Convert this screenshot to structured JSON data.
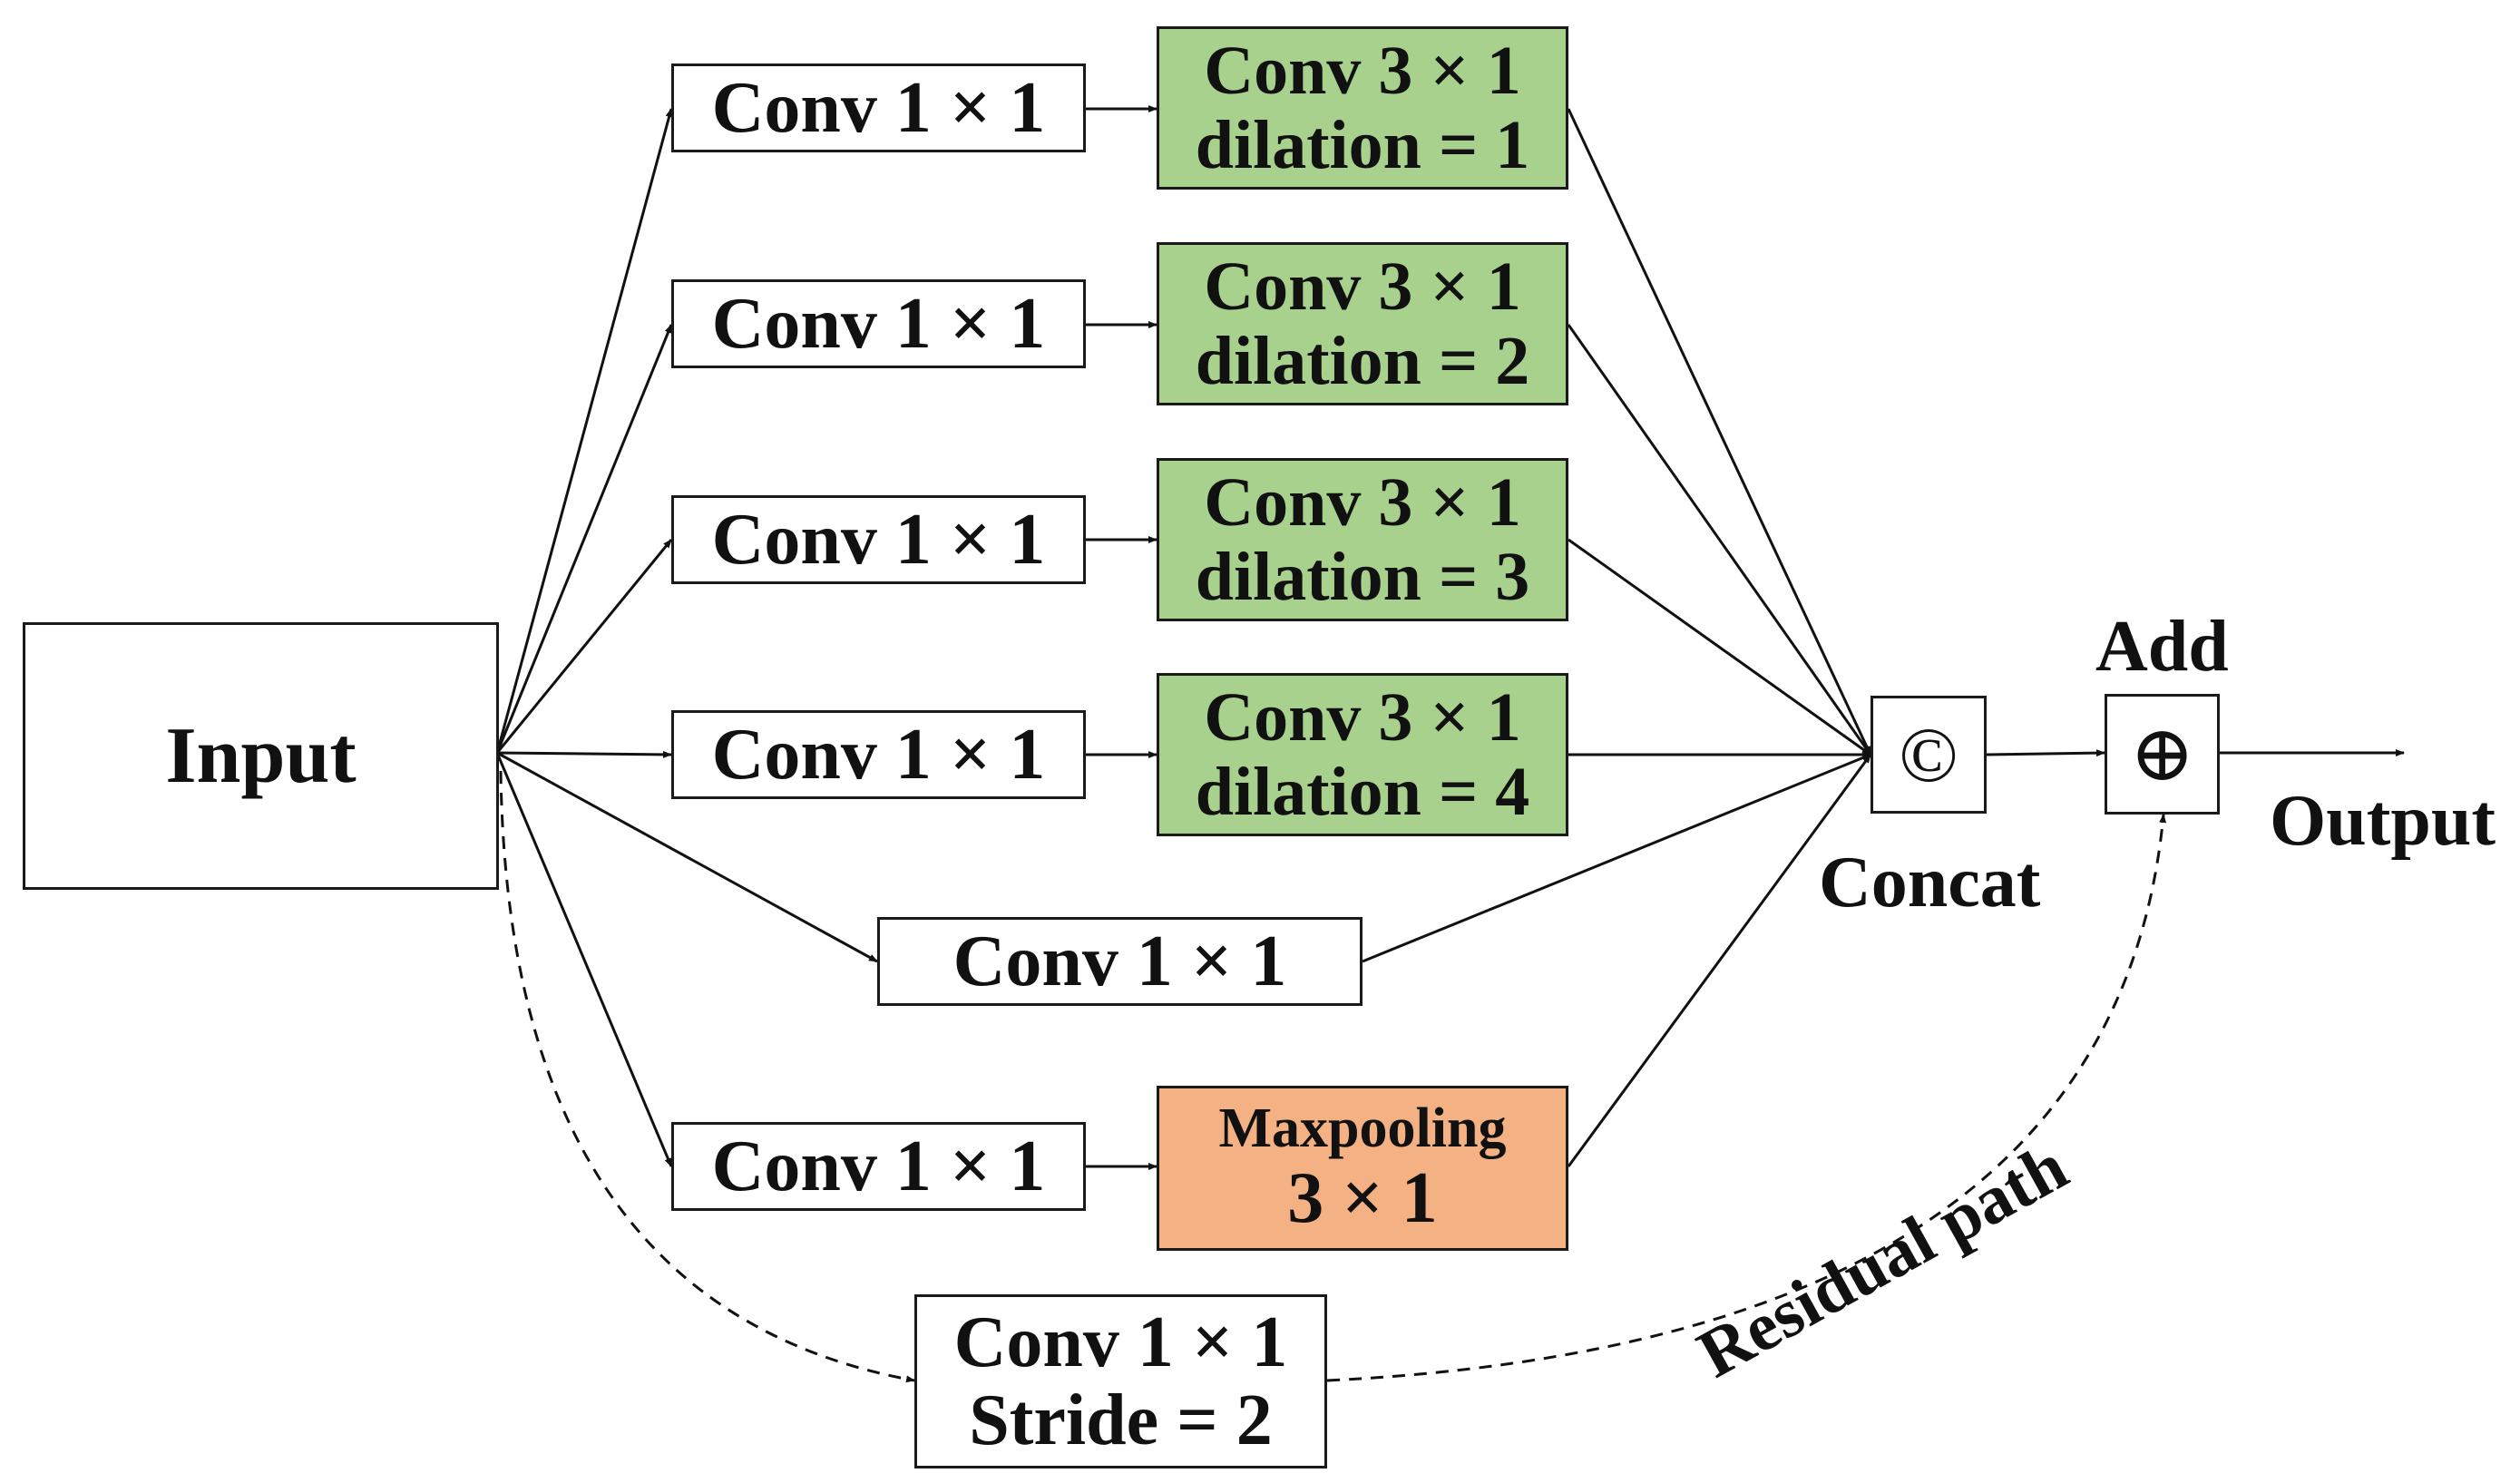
{
  "input": {
    "label": "Input"
  },
  "branches": [
    {
      "conv1": "Conv 1 × 1",
      "conv3_line1": "Conv 3 × 1",
      "conv3_line2": "dilation = 1"
    },
    {
      "conv1": "Conv 1 × 1",
      "conv3_line1": "Conv 3 × 1",
      "conv3_line2": "dilation = 2"
    },
    {
      "conv1": "Conv 1 × 1",
      "conv3_line1": "Conv 3 × 1",
      "conv3_line2": "dilation = 3"
    },
    {
      "conv1": "Conv 1 × 1",
      "conv3_line1": "Conv 3 × 1",
      "conv3_line2": "dilation = 4"
    }
  ],
  "single_conv": {
    "label": "Conv 1 × 1"
  },
  "pool_branch": {
    "conv1": "Conv 1 × 1",
    "pool_line1": "Maxpooling",
    "pool_line2": "3 × 1"
  },
  "residual": {
    "line1": "Conv 1 × 1",
    "line2": "Stride = 2",
    "path_label": "Residual path"
  },
  "concat": {
    "symbol": "©",
    "label": "Concat"
  },
  "add": {
    "symbol": "⊕",
    "label": "Add"
  },
  "output": {
    "label": "Output"
  },
  "colors": {
    "dilated_conv_fill": "#a9d18e",
    "maxpool_fill": "#f4b183",
    "line": "#111111"
  }
}
